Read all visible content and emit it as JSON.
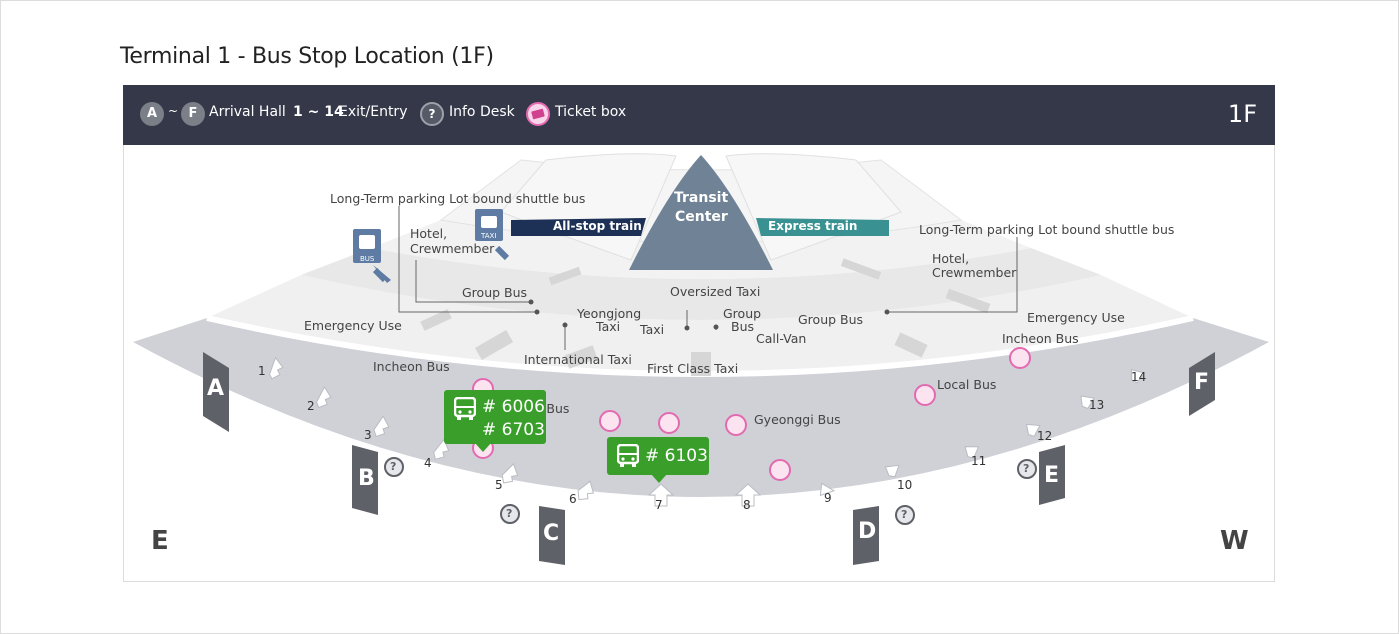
{
  "title": "Terminal 1 - Bus Stop Location (1F)",
  "legend": {
    "hall_start": "A",
    "tilde": "~",
    "hall_end": "F",
    "arrival_hall": "Arrival Hall",
    "exit_range": "1 ~ 14",
    "exit_entry": "Exit/Entry",
    "info_symbol": "?",
    "info_desk": "Info Desk",
    "ticket_box": "Ticket box",
    "floor": "1F"
  },
  "compass": {
    "left": "E",
    "right": "W"
  },
  "transit": {
    "center_line1": "Transit",
    "center_line2": "Center",
    "all_stop": "All-stop train",
    "express": "Express train"
  },
  "labels": {
    "lt_parking_left": "Long-Term parking Lot bound shuttle bus",
    "lt_parking_right": "Long-Term parking Lot bound shuttle bus",
    "hotel_left_1": "Hotel,",
    "hotel_left_2": "Crewmember",
    "hotel_right_1": "Hotel,",
    "hotel_right_2": "Crewmember",
    "group_bus_left": "Group Bus",
    "oversized_taxi": "Oversized Taxi",
    "yeongjong_1": "Yeongjong",
    "yeongjong_2": "Taxi",
    "taxi": "Taxi",
    "group_bus_mid_1": "Group",
    "group_bus_mid_2": "Bus",
    "call_van": "Call-Van",
    "group_bus_right": "Group Bus",
    "emergency_left": "Emergency Use",
    "emergency_right": "Emergency Use",
    "incheon_left": "Incheon Bus",
    "incheon_right": "Incheon Bus",
    "international_taxi": "International Taxi",
    "first_class_taxi": "First Class Taxi",
    "local_bus_left": "Local Bus",
    "local_bus_right": "Local Bus",
    "gyeonggi_bus": "Gyeonggi Bus"
  },
  "icons": {
    "bus_icon_label": "BUS",
    "taxi_icon_label": "TAXI"
  },
  "halls": [
    "A",
    "B",
    "C",
    "D",
    "E",
    "F"
  ],
  "exits": [
    "1",
    "2",
    "3",
    "4",
    "5",
    "6",
    "7",
    "8",
    "9",
    "10",
    "11",
    "12",
    "13",
    "14"
  ],
  "bus_stops": {
    "stop_a_line1": "# 6006",
    "stop_a_line2": "# 6703",
    "stop_b_line1": "# 6103"
  },
  "colors": {
    "legend_bg": "#343848",
    "bus_stop_green": "#3a9f2a",
    "all_stop_train": "#1d3156",
    "express_train": "#3a9191",
    "ticket_pink": "#e36ab1",
    "hall_gray": "#5f6168"
  }
}
